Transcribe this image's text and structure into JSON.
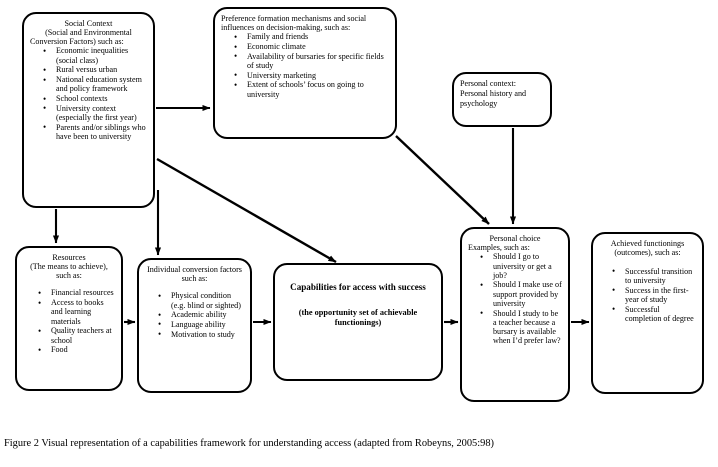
{
  "figure": {
    "caption": "Figure 2   Visual representation of a capabilities framework for understanding access (adapted from Robeyns, 2005:98)"
  },
  "nodes": {
    "social_context": {
      "title": "Social Context",
      "lead": "(Social and Environmental",
      "lead2": "Conversion Factors) such as:",
      "items": [
        "Economic inequalities (social class)",
        "Rural versus urban",
        "National education system and policy framework",
        "School contexts",
        "University context (especially the first year)",
        "Parents and/or siblings who have been to university"
      ]
    },
    "preference_formation": {
      "lead": "Preference formation mechanisms and social influences on decision-making, such as:",
      "items": [
        "Family and friends",
        "Economic climate",
        "Availability of bursaries for specific fields of study",
        "University marketing",
        "Extent of schools’ focus on going to university"
      ]
    },
    "personal_context": {
      "lead": "Personal context: Personal history and psychology"
    },
    "resources": {
      "title": "Resources",
      "lead2": "(The means to achieve), such as:",
      "items": [
        "Financial resources",
        "Access to books and learning materials",
        "Quality teachers at school",
        "Food"
      ]
    },
    "individual_conversion": {
      "title": "Individual conversion factors such as:",
      "items": [
        "Physical condition (e.g. blind or sighted)",
        "Academic ability",
        "Language ability",
        "Motivation to study"
      ]
    },
    "capabilities": {
      "main": "Capabilities for access with success",
      "sub": "(the opportunity set of achievable functionings)"
    },
    "personal_choice": {
      "title": "Personal choice",
      "lead2": "Examples, such as:",
      "items": [
        "Should I go to university or get a job?",
        "Should I make use of support provided by university",
        "Should I study to be a teacher because a bursary is available when I’d prefer law?"
      ]
    },
    "achieved_functionings": {
      "title": "Achieved functionings (outcomes), such as:",
      "items": [
        "Successful transition to university",
        "Success in the first-year of study",
        "Successful completion of degree"
      ]
    }
  },
  "edges": [
    {
      "name": "social-to-preference",
      "from": "social_context",
      "to": "preference_formation"
    },
    {
      "name": "social-to-resources",
      "from": "social_context",
      "to": "resources"
    },
    {
      "name": "social-to-individual-conversion",
      "from": "social_context",
      "to": "individual_conversion"
    },
    {
      "name": "social-to-capabilities",
      "from": "social_context",
      "to": "capabilities"
    },
    {
      "name": "preference-to-personal-choice",
      "from": "preference_formation",
      "to": "personal_choice"
    },
    {
      "name": "personal-context-to-personal-choice",
      "from": "personal_context",
      "to": "personal_choice"
    },
    {
      "name": "resources-to-individual-conversion",
      "from": "resources",
      "to": "individual_conversion"
    },
    {
      "name": "individual-conversion-to-capabilities",
      "from": "individual_conversion",
      "to": "capabilities"
    },
    {
      "name": "capabilities-to-personal-choice",
      "from": "capabilities",
      "to": "personal_choice"
    },
    {
      "name": "personal-choice-to-achieved",
      "from": "personal_choice",
      "to": "achieved_functionings"
    }
  ],
  "colors": {
    "stroke": "#000000",
    "background": "#ffffff"
  }
}
